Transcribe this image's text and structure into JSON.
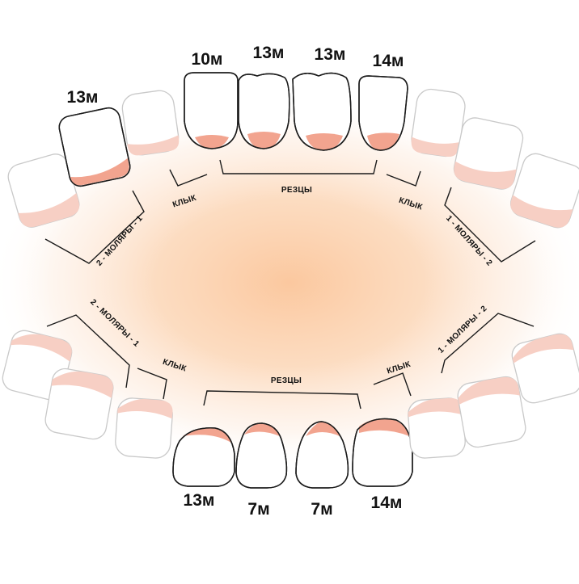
{
  "labels": {
    "upper_incisors": "РЕЗЦЫ",
    "lower_incisors": "РЕЗЦЫ",
    "upper_left_canine": "КЛЫК",
    "upper_right_canine": "КЛЫК",
    "lower_left_canine": "КЛЫК",
    "lower_right_canine": "КЛЫК",
    "upper_left_molars": "2 - МОЛЯРЫ - 1",
    "upper_right_molars": "1 - МОЛЯРЫ - 2",
    "lower_left_molars": "2 - МОЛЯРЫ - 1",
    "lower_right_molars": "1 - МОЛЯРЫ - 2"
  },
  "upper_teeth_ages": [
    {
      "tooth": "upper-left-first-molar",
      "age": "13м"
    },
    {
      "tooth": "upper-left-lateral-incisor",
      "age": "10м"
    },
    {
      "tooth": "upper-left-central-incisor",
      "age": "13м"
    },
    {
      "tooth": "upper-right-central-incisor",
      "age": "13м"
    },
    {
      "tooth": "upper-right-lateral-incisor",
      "age": "14м"
    }
  ],
  "lower_teeth_ages": [
    {
      "tooth": "lower-left-lateral-incisor",
      "age": "13м"
    },
    {
      "tooth": "lower-left-central-incisor",
      "age": "7м"
    },
    {
      "tooth": "lower-right-central-incisor",
      "age": "7м"
    },
    {
      "tooth": "lower-right-lateral-incisor",
      "age": "14м"
    }
  ],
  "colors": {
    "gum": "#f2a48f",
    "glow": "#fbc89f",
    "outline": "#1c1c1c",
    "faded_outline": "#c9c9c9"
  }
}
